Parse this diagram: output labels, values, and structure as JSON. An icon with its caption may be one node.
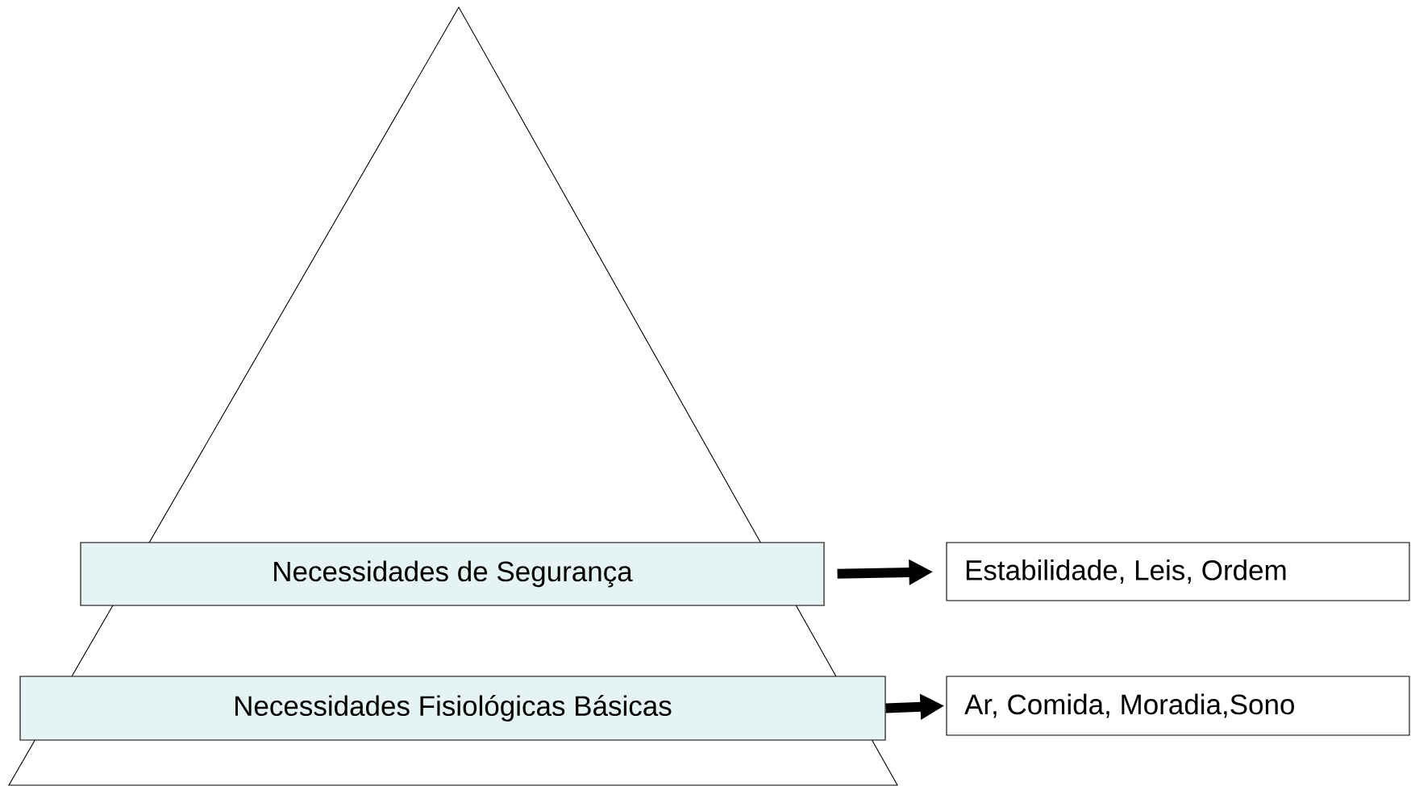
{
  "diagram": {
    "nodes": [
      {
        "text": [
          "Necessidades de Segurança"
        ]
      },
      {
        "text": [
          "Estabilidade, Leis, Ordem"
        ]
      },
      {
        "text": [
          "Necessidades Fisiológicas Básicas"
        ]
      },
      {
        "text": [
          "Ar, Comida, Moradia,Sono"
        ]
      }
    ],
    "edges": [
      {
        "from": 0,
        "to": 1,
        "arrow": "to"
      },
      {
        "from": 2,
        "to": 3,
        "arrow": "to"
      }
    ]
  }
}
